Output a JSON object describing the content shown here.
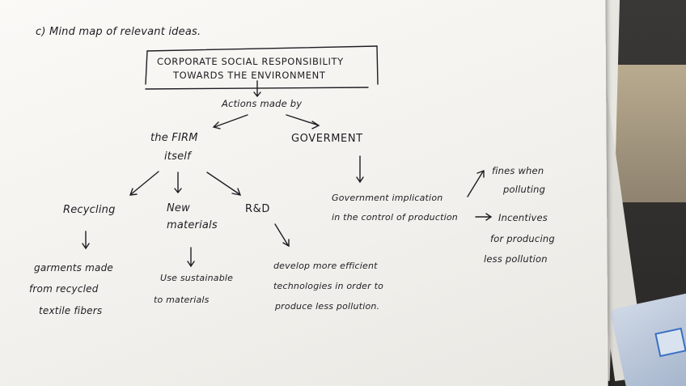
{
  "heading": "c) Mind map of relevant ideas.",
  "root_box": {
    "line1": "CORPORATE SOCIAL RESPONSIBILITY",
    "line2": "TOWARDS THE ENVIRONMENT"
  },
  "actions_label": "Actions made by",
  "branches": {
    "firm": {
      "line1": "the FIRM",
      "line2": "itself",
      "children": [
        {
          "label": [
            "Recycling"
          ],
          "result": [
            "garments made",
            "from recycled",
            "textile fibers"
          ]
        },
        {
          "label": [
            "New",
            "materials"
          ],
          "result": [
            "Use sustainable",
            "to materials"
          ]
        },
        {
          "label": [
            "R&D"
          ],
          "result": [
            "develop more efficient",
            "technologies in order to",
            "produce less pollution."
          ]
        }
      ]
    },
    "government": {
      "label": "GOVERMENT",
      "implication": [
        "Government implication",
        "in the control of production"
      ],
      "outcomes": [
        [
          "fines when",
          "polluting"
        ],
        [
          "Incentives",
          "for producing",
          "less pollution"
        ]
      ]
    }
  },
  "colors": {
    "ink": "#1e1d22",
    "paper": "#f7f6f2",
    "background": "#2c2a28"
  }
}
